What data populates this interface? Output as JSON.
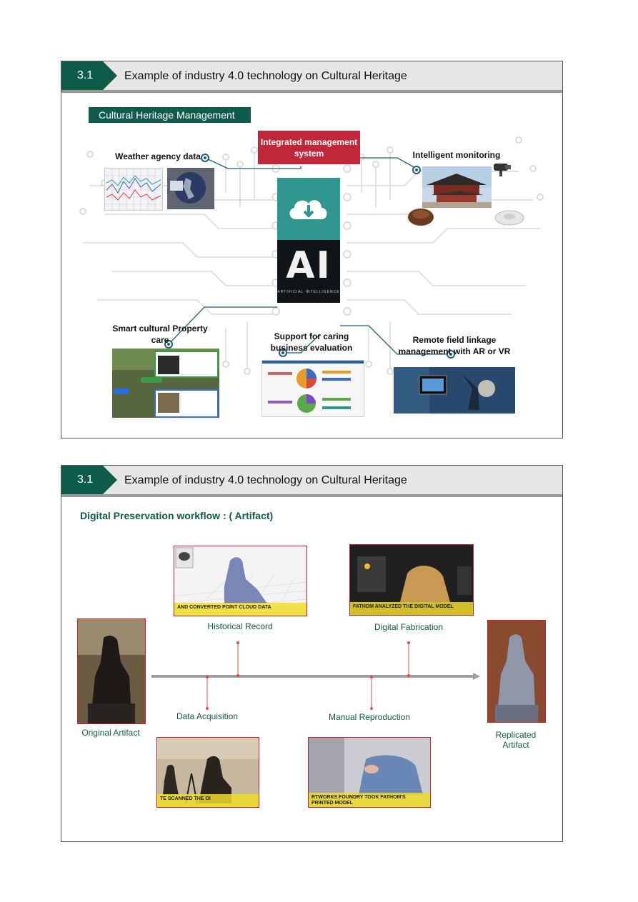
{
  "slide1": {
    "num": "3.1",
    "title": "Example of industry 4.0 technology on Cultural Heritage",
    "section": "Cultural Heritage Management",
    "integrated": "Integrated management system",
    "weather": "Weather agency data",
    "monitoring": "Intelligent monitoring",
    "smart_care": "Smart cultural Property care",
    "support_eval": "Support for caring business evaluation",
    "remote": "Remote field linkage management with AR or VR",
    "ai_letters": "AI",
    "ai_sub": "ARTIFICIAL INTELLIGENCE"
  },
  "slide2": {
    "num": "3.1",
    "title": "Example of industry 4.0 technology on Cultural Heritage",
    "section": "Digital Preservation workflow : ( Artifact)",
    "original": "Original Artifact",
    "replicated": "Replicated Artifact",
    "historical": "Historical Record",
    "digital_fab": "Digital Fabrication",
    "data_acq": "Data Acquisition",
    "manual": "Manual Reproduction",
    "cap_pointcloud": "AND CONVERTED POINT CLOUD DATA",
    "cap_fathom": "FATHOM ANALYZED THE DIGITAL MODEL",
    "cap_scanned": "TE SCANNED THE OI",
    "cap_foundry": "RTWORKS FOUNDRY TOOK FATHOM'S",
    "cap_foundry2": "PRINTED MODEL"
  },
  "colors": {
    "header_green": "#0f5c4a",
    "integrated_red": "#c1273b",
    "teal": "#2e958f",
    "accent_red": "#e04a4a"
  },
  "icons": [
    "cloud-download-icon",
    "node-dot-icon",
    "arrow-right-icon"
  ]
}
